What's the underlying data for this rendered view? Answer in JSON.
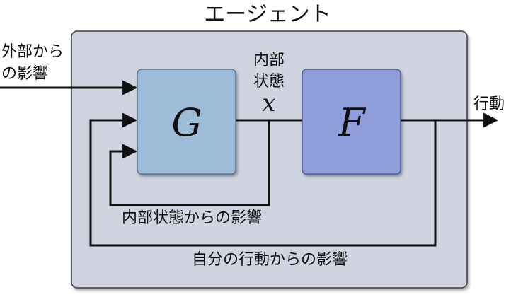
{
  "diagram": {
    "title": "エージェント",
    "external_influence": [
      "外部から",
      "の影響"
    ],
    "internal_state_label": [
      "内部",
      "状態"
    ],
    "state_symbol": "x",
    "block_g": "G",
    "block_f": "F",
    "output_label": "行動",
    "feedback_internal": "内部状態からの影響",
    "feedback_action": "自分の行動からの影響",
    "colors": {
      "agent_fill": "#d0d4e0",
      "agent_stroke": "#3a3a3a",
      "g_fill": "#9dbcd8",
      "g_stroke": "#56708e",
      "f_fill": "#8f9ddb",
      "f_stroke": "#4d5a94",
      "line": "#111111"
    }
  }
}
